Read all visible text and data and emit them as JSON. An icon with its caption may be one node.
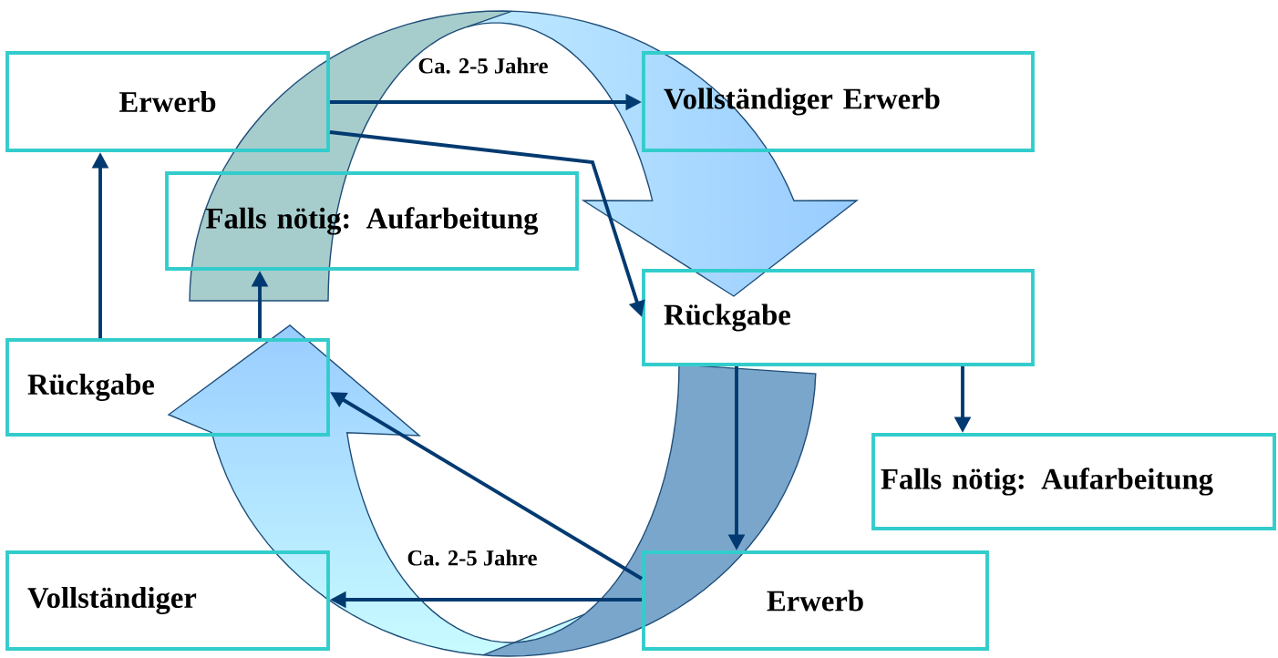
{
  "diagram": {
    "nodes": [
      {
        "text": [
          "Erwerb"
        ]
      },
      {
        "text": [
          "Vollständiger Erwerb"
        ]
      },
      {
        "text": [
          "Falls nötig: Aufarbeitung"
        ]
      },
      {
        "text": [
          "Rückgabe"
        ]
      },
      {
        "text": [
          "Falls nötig: Aufarbeitung"
        ]
      },
      {
        "text": [
          "Rückgabe"
        ]
      },
      {
        "text": [
          "Vollständiger"
        ]
      },
      {
        "text": [
          "Erwerb"
        ]
      }
    ],
    "edges": [
      {
        "from": 0,
        "to": 1,
        "arrow": "to"
      },
      {
        "from": 0,
        "to": 3,
        "arrow": "to"
      },
      {
        "from": 3,
        "to": 7,
        "arrow": "to"
      },
      {
        "from": 3,
        "to": 4,
        "arrow": "to"
      },
      {
        "from": 7,
        "to": 6,
        "arrow": "to"
      },
      {
        "from": 7,
        "to": 5,
        "arrow": "to"
      },
      {
        "from": 5,
        "to": 0,
        "arrow": "to"
      },
      {
        "from": 5,
        "to": 2,
        "arrow": "to"
      }
    ],
    "labels": [
      "Ca. 2-5 Jahre",
      "Ca. 2-5 Jahre"
    ]
  }
}
